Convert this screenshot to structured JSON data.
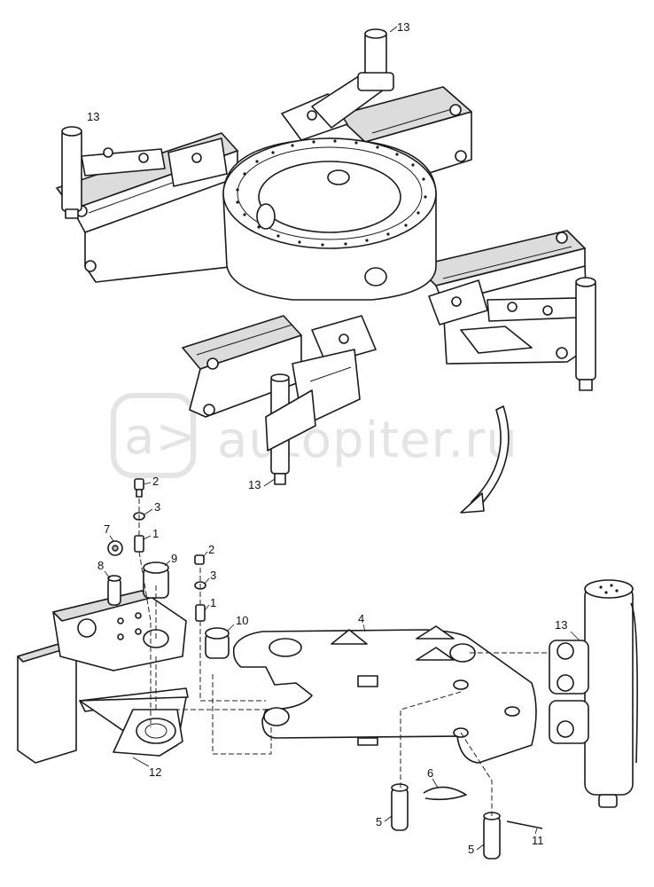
{
  "watermark": {
    "logo_text": "a>",
    "text": "autopiter.ru"
  },
  "callouts": {
    "n13_top": "13",
    "n13_left": "13",
    "n13_bottom": "13",
    "n13_right": "13",
    "n2_a": "2",
    "n3_a": "3",
    "n1_a": "1",
    "n7": "7",
    "n8": "8",
    "n9": "9",
    "n2_b": "2",
    "n3_b": "3",
    "n1_b": "1",
    "n10": "10",
    "n4": "4",
    "n12": "12",
    "n6": "6",
    "n5_a": "5",
    "n5_b": "5",
    "n11": "11"
  },
  "colors": {
    "line": "#1a1a1a",
    "fill_light": "#dcdcdc",
    "fill_dark": "#b9b9b9",
    "watermark": "#e4e4e4"
  }
}
